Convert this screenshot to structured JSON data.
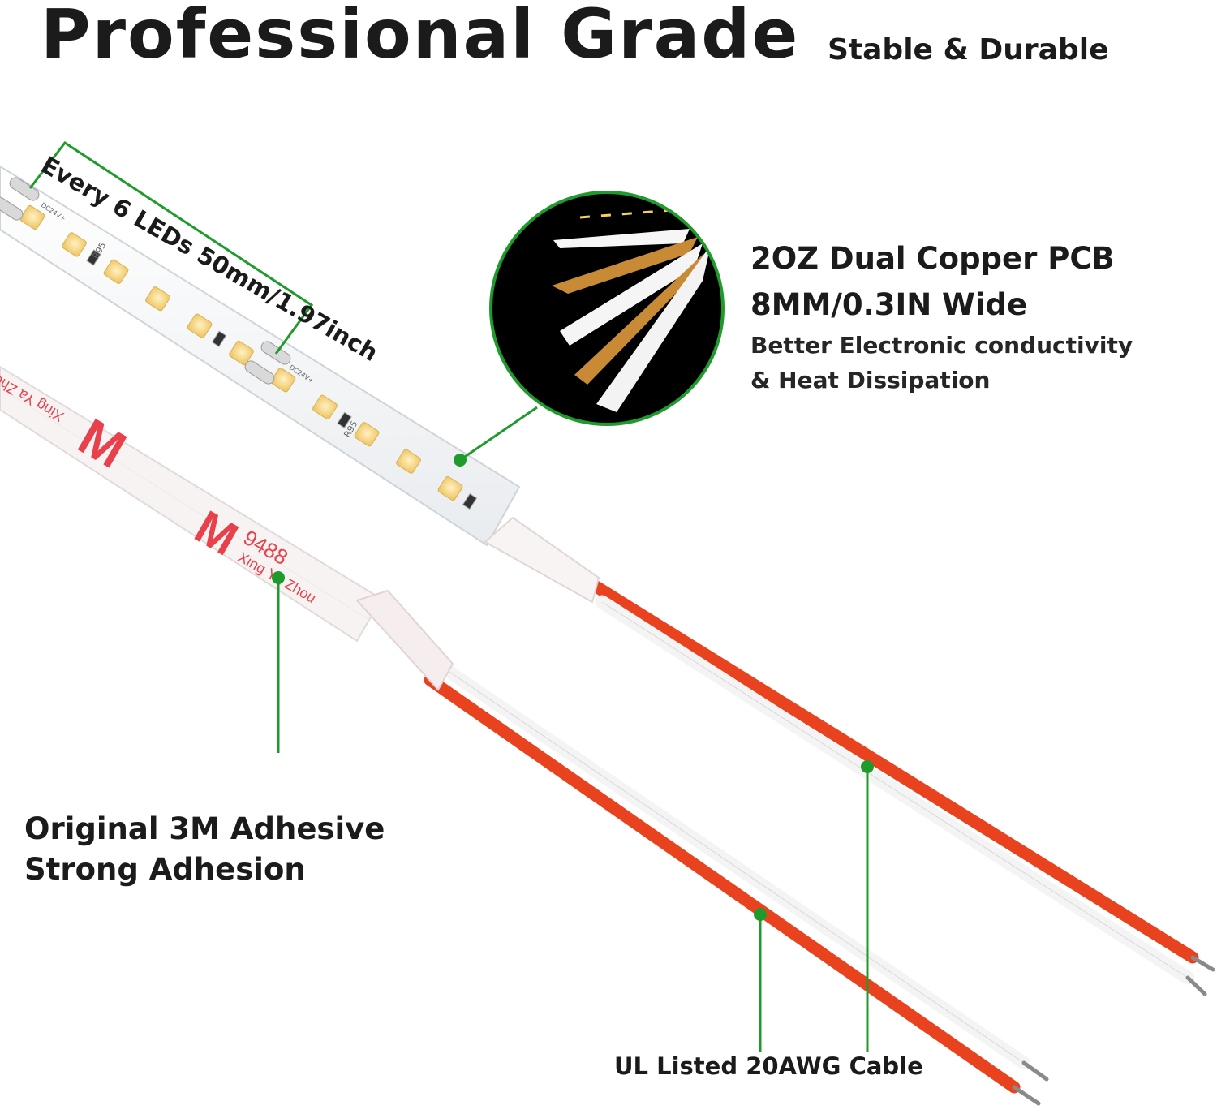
{
  "header": {
    "title": "Professional Grade",
    "subtitle": "Stable & Durable"
  },
  "features": {
    "pcb": {
      "line1": "2OZ Dual Copper PCB",
      "line2": "8MM/0.3IN Wide",
      "detail1": "Better Electronic conductivity",
      "detail2": "& Heat Dissipation"
    },
    "adhesive": {
      "line1": "Original 3M Adhesive",
      "line2": "Strong Adhesion"
    },
    "cable": {
      "label": "UL Listed 20AWG Cable"
    },
    "spacing": {
      "label": "Every 6 LEDs 50mm/1.97inch"
    }
  },
  "strip_markings": {
    "voltage": "DC24V+",
    "model": "R95",
    "tape_code": "9488",
    "tape_text": "Xing Ya Zhou",
    "brand": "M"
  },
  "colors": {
    "callout_green": "#1f9a2c",
    "led_yellow": "#f4d27a",
    "wire_red": "#e8431e",
    "tape_red": "#e8414c"
  }
}
